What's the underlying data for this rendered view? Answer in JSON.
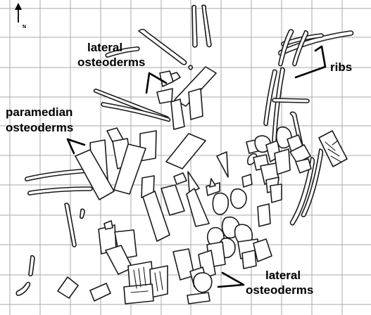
{
  "north": {
    "label": "N"
  },
  "labels": {
    "lateral_top_1": "lateral",
    "lateral_top_2": "osteoderms",
    "paramedian_1": "paramedian",
    "paramedian_2": "osteoderms",
    "ribs": "ribs",
    "lateral_bottom_1": "lateral",
    "lateral_bottom_2": "osteoderms"
  }
}
